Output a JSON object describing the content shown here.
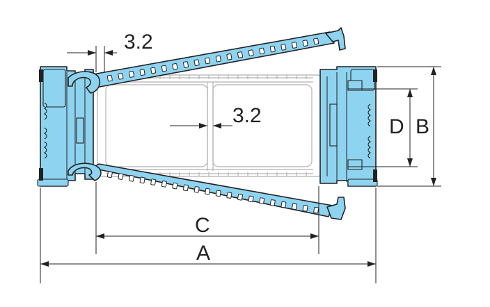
{
  "diagram": {
    "dimension_labels": {
      "top_offset": "3.2",
      "inner_gap": "3.2",
      "d": "D",
      "b": "B",
      "c": "C",
      "a": "A"
    },
    "colors": {
      "part_fill": "#8ed3ef",
      "outline": "#222222",
      "ghost_outline": "#bdbdbd"
    }
  }
}
